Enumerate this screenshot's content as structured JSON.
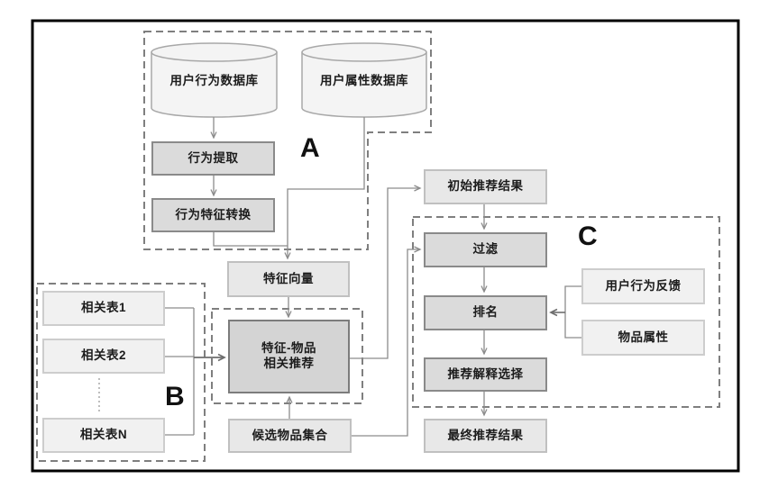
{
  "diagram": {
    "type": "flowchart",
    "sections": {
      "a": {
        "label": "A"
      },
      "b": {
        "label": "B"
      },
      "c": {
        "label": "C"
      }
    },
    "nodes": {
      "user_behavior_db": {
        "label": "用户行为数据库",
        "shape": "database-cylinder"
      },
      "user_attribute_db": {
        "label": "用户属性数据库",
        "shape": "database-cylinder"
      },
      "behavior_extraction": {
        "label": "行为提取"
      },
      "behavior_feature_transform": {
        "label": "行为特征转换"
      },
      "feature_vector": {
        "label": "特征向量"
      },
      "related_table_1": {
        "label": "相关表1"
      },
      "related_table_2": {
        "label": "相关表2"
      },
      "related_table_n": {
        "label": "相关表N"
      },
      "feature_item_rec": {
        "label_line1": "特征-物品",
        "label_line2": "相关推荐"
      },
      "candidate_item_set": {
        "label": "候选物品集合"
      },
      "initial_rec_result": {
        "label": "初始推荐结果"
      },
      "filter": {
        "label": "过滤"
      },
      "ranking": {
        "label": "排名"
      },
      "explanation_selection": {
        "label": "推荐解释选择"
      },
      "final_rec_result": {
        "label": "最终推荐结果"
      },
      "user_behavior_feedback": {
        "label": "用户行为反馈"
      },
      "item_attributes": {
        "label": "物品属性"
      }
    },
    "colors": {
      "frame_border": "#000000",
      "dashed_border": "#7f7f7f",
      "process_fill": "#dbdbdb",
      "process_border": "#8a8a8a",
      "highlight_fill": "#d4d4d4",
      "light_fill": "#e8e8e8",
      "xlight_fill": "#f1f1f1",
      "cylinder_fill": "#f4f4f4",
      "connector": "#8c8c8c"
    }
  }
}
